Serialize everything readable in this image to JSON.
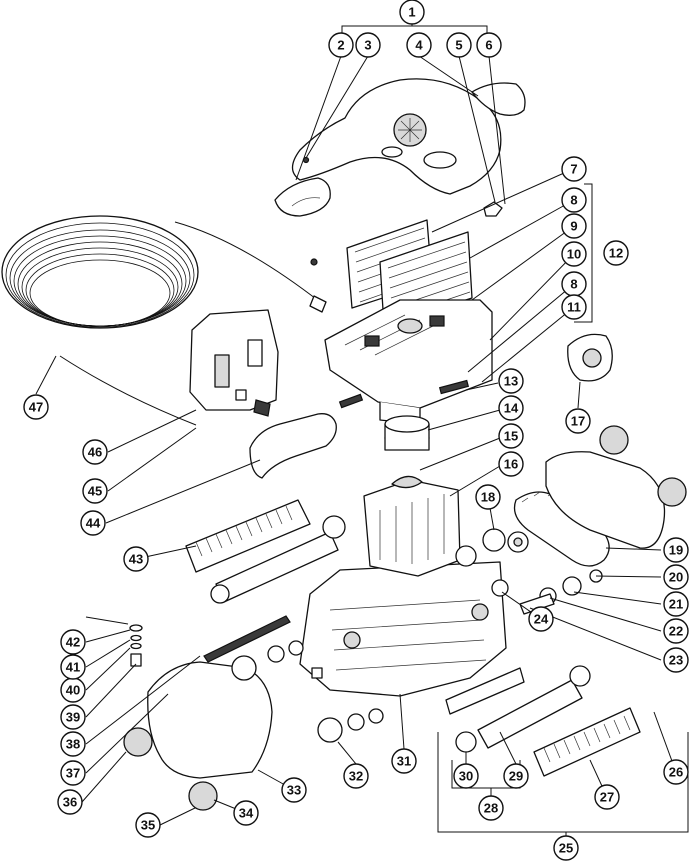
{
  "diagram": {
    "callouts": [
      "1",
      "2",
      "3",
      "4",
      "5",
      "6",
      "7",
      "8",
      "9",
      "10",
      "12",
      "8",
      "11",
      "13",
      "14",
      "15",
      "16",
      "17",
      "18",
      "19",
      "20",
      "21",
      "22",
      "23",
      "24",
      "25",
      "26",
      "27",
      "28",
      "29",
      "30",
      "31",
      "32",
      "33",
      "34",
      "35",
      "36",
      "37",
      "38",
      "39",
      "40",
      "41",
      "42",
      "43",
      "44",
      "45",
      "46",
      "47"
    ]
  }
}
